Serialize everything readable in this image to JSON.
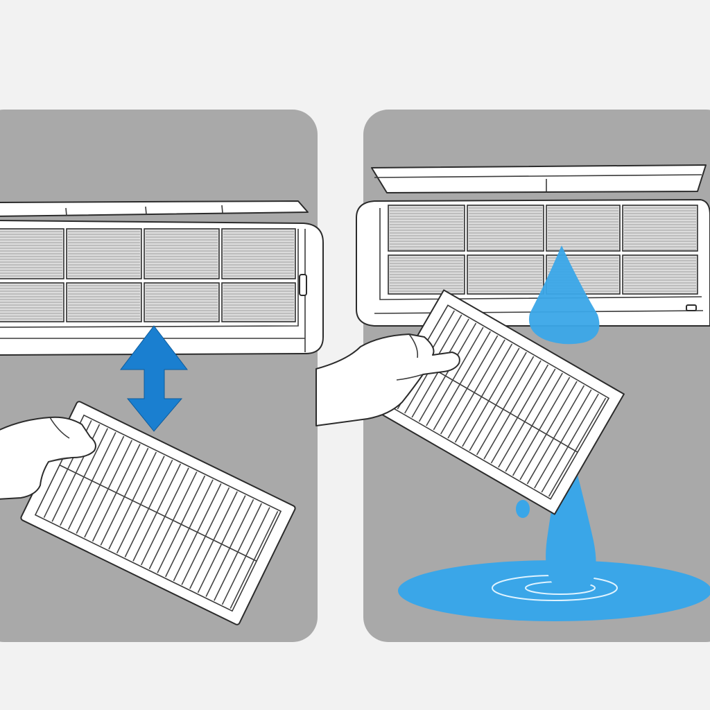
{
  "colors": {
    "background": "#f2f2f2",
    "panel": "#a9a9a9",
    "outline": "#2b2b2b",
    "mesh": "#dcdcdc",
    "arrow": "#1a7fd0",
    "water": "#3aa6e8"
  },
  "panels": [
    {
      "name": "remove-filter-panel",
      "icons": [
        "air-conditioner-unit",
        "up-down-arrow-icon",
        "hand-icon",
        "filter-icon"
      ]
    },
    {
      "name": "wash-filter-panel",
      "icons": [
        "air-conditioner-unit",
        "water-drop-icon",
        "hand-icon",
        "filter-icon",
        "water-stream-icon",
        "water-puddle-icon"
      ]
    }
  ]
}
